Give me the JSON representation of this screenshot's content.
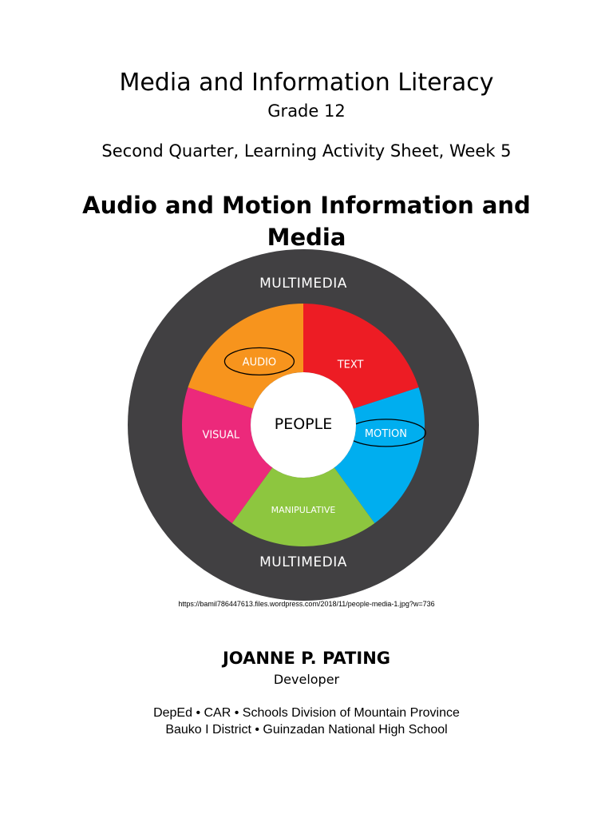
{
  "cover": {
    "subject": "Media and Information Literacy",
    "grade": "Grade 12",
    "quarter_line": "Second Quarter, Learning Activity Sheet, Week 5",
    "lesson_title_line1": "Audio and Motion Information and",
    "lesson_title_line2": "Media",
    "image_source": "https://bamil786447613.files.wordpress.com/2018/11/people-media-1.jpg?w=736",
    "developer_name": "JOANNE P. PATING",
    "developer_role": "Developer",
    "org_line1": "DepEd • CAR • Schools Division of Mountain Province",
    "org_line2": "Bauko I District • Guinzadan National High School"
  },
  "diagram": {
    "outer_label_top": "MULTIMEDIA",
    "outer_label_bottom": "MULTIMEDIA",
    "center_label": "PEOPLE",
    "segments": [
      {
        "label": "AUDIO",
        "color": "#f7941d",
        "circled": true
      },
      {
        "label": "TEXT",
        "color": "#ed1c24",
        "circled": false
      },
      {
        "label": "MOTION",
        "color": "#00aeef",
        "circled": true
      },
      {
        "label": "MANIPULATIVE",
        "color": "#8dc63f",
        "circled": false
      },
      {
        "label": "VISUAL",
        "color": "#ec297b",
        "circled": false
      }
    ],
    "ring_color": "#414042",
    "center_color": "#ffffff"
  }
}
